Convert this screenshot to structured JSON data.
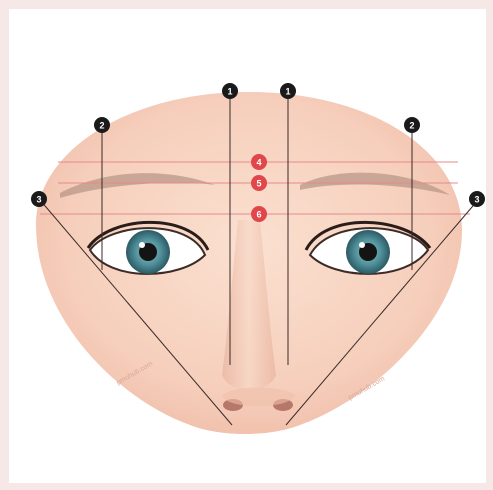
{
  "markers": {
    "m1_left": "1",
    "m1_right": "1",
    "m2_left": "2",
    "m2_right": "2",
    "m3_left": "3",
    "m3_right": "3",
    "m4": "4",
    "m5": "5",
    "m6": "6"
  },
  "watermark": {
    "left": "pmuhub.com",
    "right": "pmuhub.com"
  },
  "colors": {
    "page_bg": "#f7e8e8",
    "face": "#f8d5c3",
    "face_shadow": "#eab7a3",
    "guide_line": "#3a2a28",
    "horizontal_line": "#e68a8a",
    "red_marker": "#e0464a",
    "black_marker": "#1a1a1a",
    "iris": "#4f8f9a"
  }
}
